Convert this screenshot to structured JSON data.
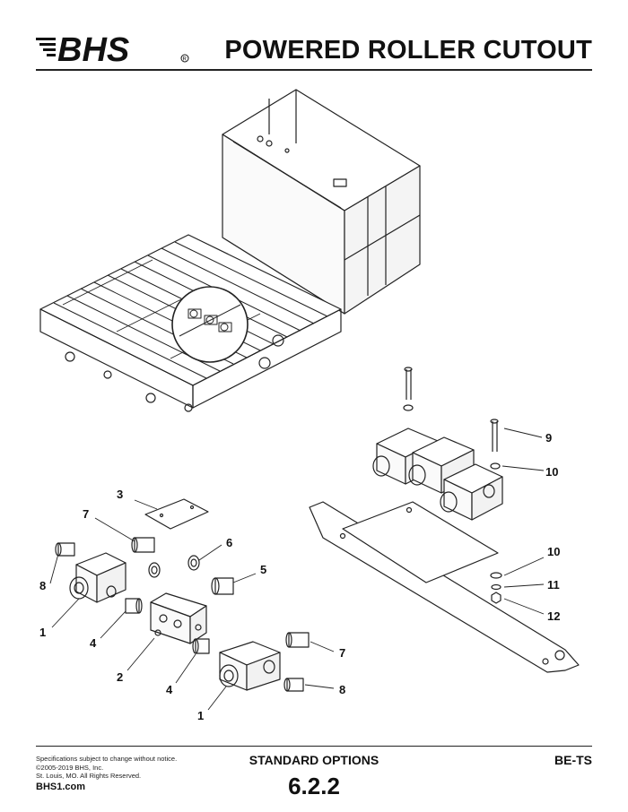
{
  "header": {
    "logo_text": "BHS",
    "title": "POWERED ROLLER CUTOUT"
  },
  "callouts": {
    "c1a": "1",
    "c1b": "1",
    "c2": "2",
    "c3": "3",
    "c4a": "4",
    "c4b": "4",
    "c5": "5",
    "c6": "6",
    "c7a": "7",
    "c7b": "7",
    "c8a": "8",
    "c8b": "8",
    "c9": "9",
    "c10a": "10",
    "c10b": "10",
    "c11": "11",
    "c12": "12"
  },
  "footer": {
    "disclaimer_1": "Specifications subject to change without notice.",
    "disclaimer_2": "©2005-2019 BHS, Inc.",
    "disclaimer_3": "St. Louis, MO.  All Rights Reserved.",
    "website": "BHS1.com",
    "section_title": "STANDARD OPTIONS",
    "section_number": "6.2.2",
    "model_code": "BE-TS"
  }
}
